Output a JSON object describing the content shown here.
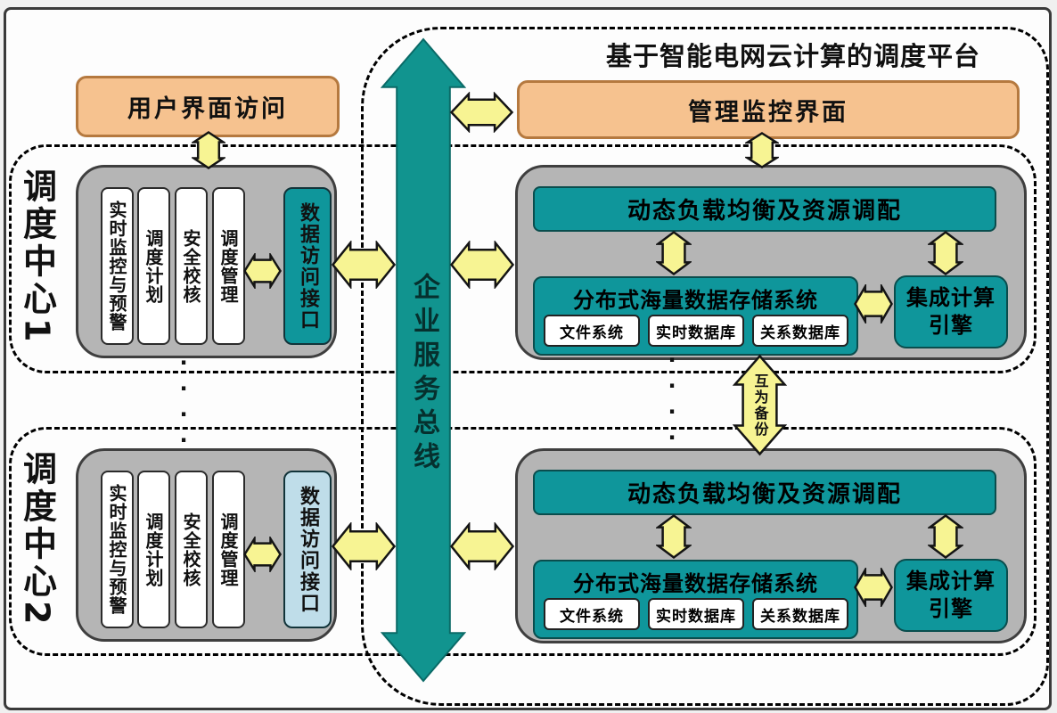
{
  "title": "基于智能电网云计算的调度平台",
  "access": {
    "user_interface": "用户界面访问",
    "management_monitor": "管理监控界面"
  },
  "esb_label": "企业服务总线",
  "backup_label": "互为备份",
  "ellipsis": "····",
  "centers": [
    {
      "label": "调度中心1",
      "modules": [
        "实时监控与预警",
        "调度计划",
        "安全校核",
        "调度管理"
      ],
      "data_access": "数据访问接口"
    },
    {
      "label": "调度中心2",
      "modules": [
        "实时监控与预警",
        "调度计划",
        "安全校核",
        "调度管理"
      ],
      "data_access": "数据访问接口"
    }
  ],
  "platform_sections": [
    {
      "load_balancing": "动态负载均衡及资源调配",
      "storage_title": "分布式海量数据存储系统",
      "storage_components": [
        "文件系统",
        "实时数据库",
        "关系数据库"
      ],
      "engine": "集成计算引擎"
    },
    {
      "load_balancing": "动态负载均衡及资源调配",
      "storage_title": "分布式海量数据存储系统",
      "storage_components": [
        "文件系统",
        "实时数据库",
        "关系数据库"
      ],
      "engine": "集成计算引擎"
    }
  ],
  "colors": {
    "teal": "#11948f",
    "teal_box": "#0f969b",
    "orange": "#f6c28f",
    "orange_border": "#b5793f",
    "arrow_yellow": "#f7f493",
    "light_blue": "#bfdde9",
    "gray_panel": "#b5b5b5"
  }
}
